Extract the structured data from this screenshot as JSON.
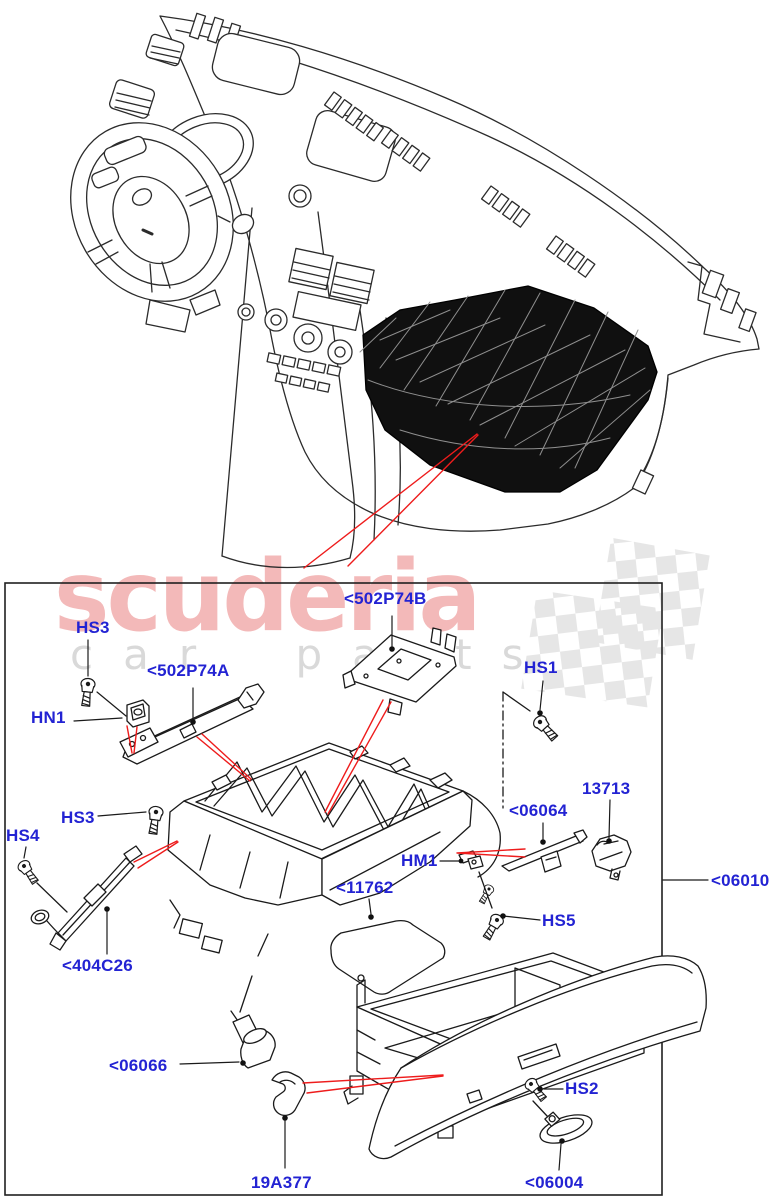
{
  "watermark": {
    "brand": "scuderia",
    "tagline": "car parts",
    "brand_color": "#f3b9b9",
    "tagline_color": "#d9d9d9",
    "flag_color": "#e6e6e6"
  },
  "diagram": {
    "description": "Glove box exploded parts diagram with dashboard location illustration",
    "line_color": "#1a1a1a",
    "label_color": "#2323d3",
    "red_leader_color": "#ee1c1c",
    "highlight_fill": "#101010",
    "labels": [
      {
        "id": "hs3-top",
        "text": "HS3"
      },
      {
        "id": "502p74b",
        "text": "<502P74B"
      },
      {
        "id": "502p74a",
        "text": "<502P74A"
      },
      {
        "id": "hs1",
        "text": "HS1"
      },
      {
        "id": "hn1",
        "text": "HN1"
      },
      {
        "id": "hs3-left",
        "text": "HS3"
      },
      {
        "id": "hs4",
        "text": "HS4"
      },
      {
        "id": "13713",
        "text": "13713"
      },
      {
        "id": "06064",
        "text": "<06064"
      },
      {
        "id": "hm1",
        "text": "HM1"
      },
      {
        "id": "11762",
        "text": "<11762"
      },
      {
        "id": "hs5",
        "text": "HS5"
      },
      {
        "id": "404c26",
        "text": "<404C26"
      },
      {
        "id": "06066",
        "text": "<06066"
      },
      {
        "id": "19a377",
        "text": "19A377"
      },
      {
        "id": "hs2",
        "text": "HS2"
      },
      {
        "id": "06004",
        "text": "<06004"
      },
      {
        "id": "06010",
        "text": "<06010"
      }
    ]
  }
}
